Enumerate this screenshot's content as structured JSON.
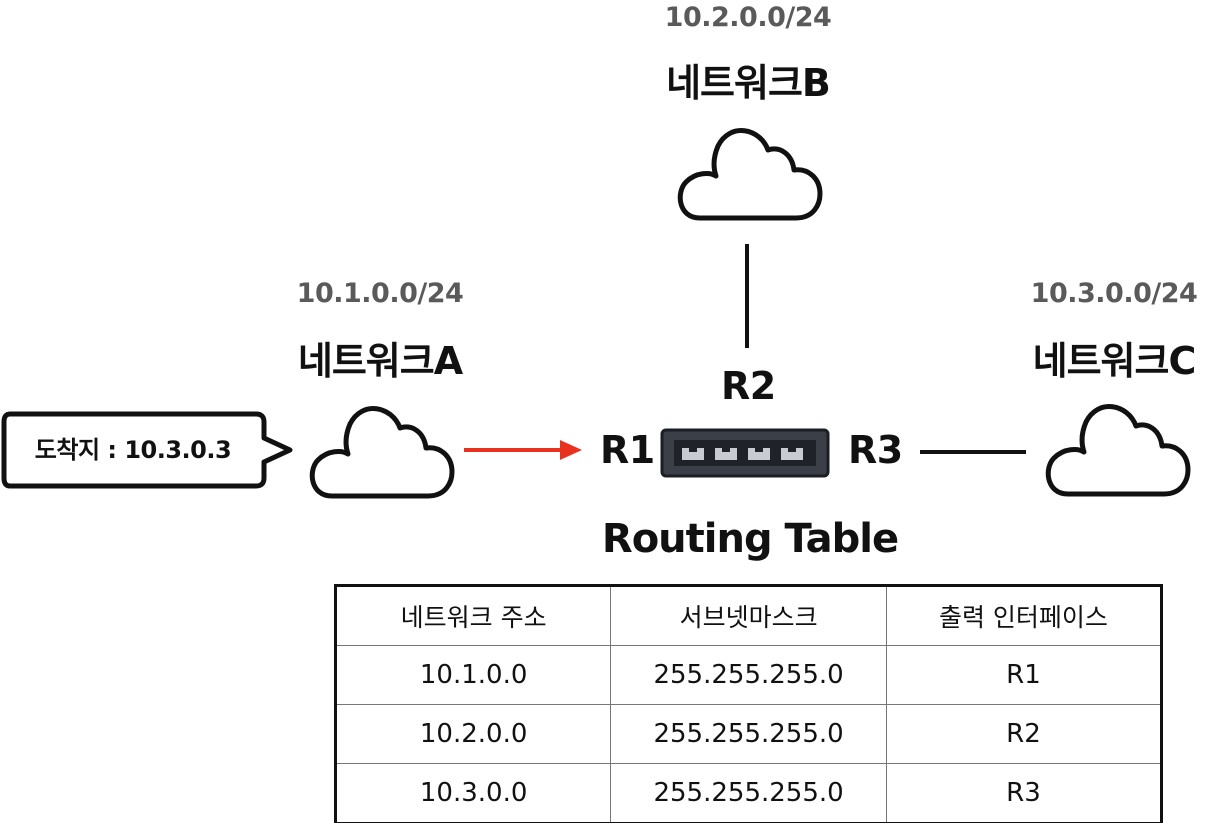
{
  "networks": {
    "a": {
      "subnet": "10.1.0.0/24",
      "name": "네트워크A"
    },
    "b": {
      "subnet": "10.2.0.0/24",
      "name": "네트워크B"
    },
    "c": {
      "subnet": "10.3.0.0/24",
      "name": "네트워크C"
    }
  },
  "router": {
    "ports": {
      "r1": "R1",
      "r2": "R2",
      "r3": "R3"
    }
  },
  "packet": {
    "destination_label": "도착지 : 10.3.0.3"
  },
  "colors": {
    "arrow": "#e8321e",
    "ink": "#111111",
    "subnet_text": "#5a5a5a"
  },
  "routing_table": {
    "title": "Routing Table",
    "headers": [
      "네트워크 주소",
      "서브넷마스크",
      "출력 인터페이스"
    ],
    "rows": [
      [
        "10.1.0.0",
        "255.255.255.0",
        "R1"
      ],
      [
        "10.2.0.0",
        "255.255.255.0",
        "R2"
      ],
      [
        "10.3.0.0",
        "255.255.255.0",
        "R3"
      ]
    ]
  }
}
